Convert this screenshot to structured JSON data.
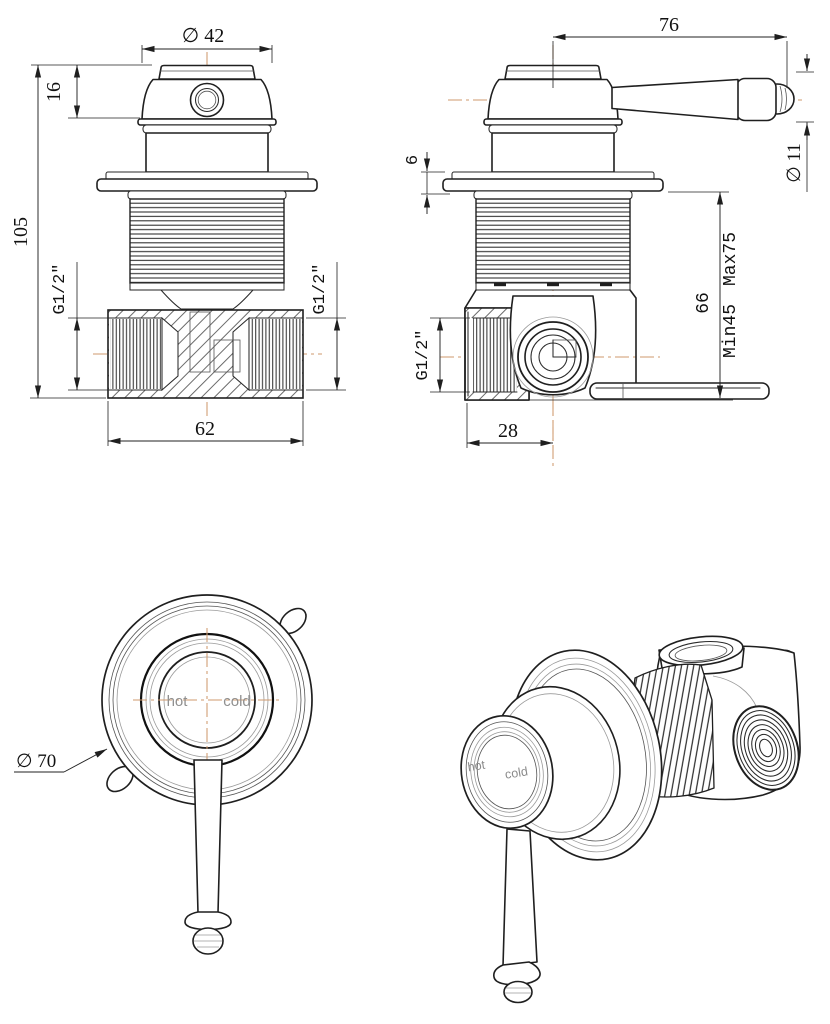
{
  "colors": {
    "line": "#1f1f1f",
    "centerline": "#cf9a6e",
    "hatch": "#5a5a5a",
    "label_gray": "#8f8f8f"
  },
  "views": {
    "front_section": {
      "dims": {
        "cap_diameter": "∅ 42",
        "cap_height": "16",
        "total_height": "105",
        "left_port_thread": "G1/2\"",
        "right_port_thread": "G1/2\"",
        "body_width": "62"
      }
    },
    "side_section": {
      "dims": {
        "handle_length": "76",
        "lever_end_diameter": "∅ 11",
        "flange_thickness": "6",
        "port_thread": "G1/2\"",
        "embed_depth": "66",
        "embed_min": "Min45",
        "embed_max": "Max75",
        "port_center_offset": "28"
      }
    },
    "front_face": {
      "dims": {
        "trim_diameter": "∅ 70"
      },
      "labels": {
        "hot": "hot",
        "cold": "cold"
      }
    },
    "isometric": {
      "labels": {
        "hot": "hot",
        "cold": "cold"
      }
    }
  }
}
